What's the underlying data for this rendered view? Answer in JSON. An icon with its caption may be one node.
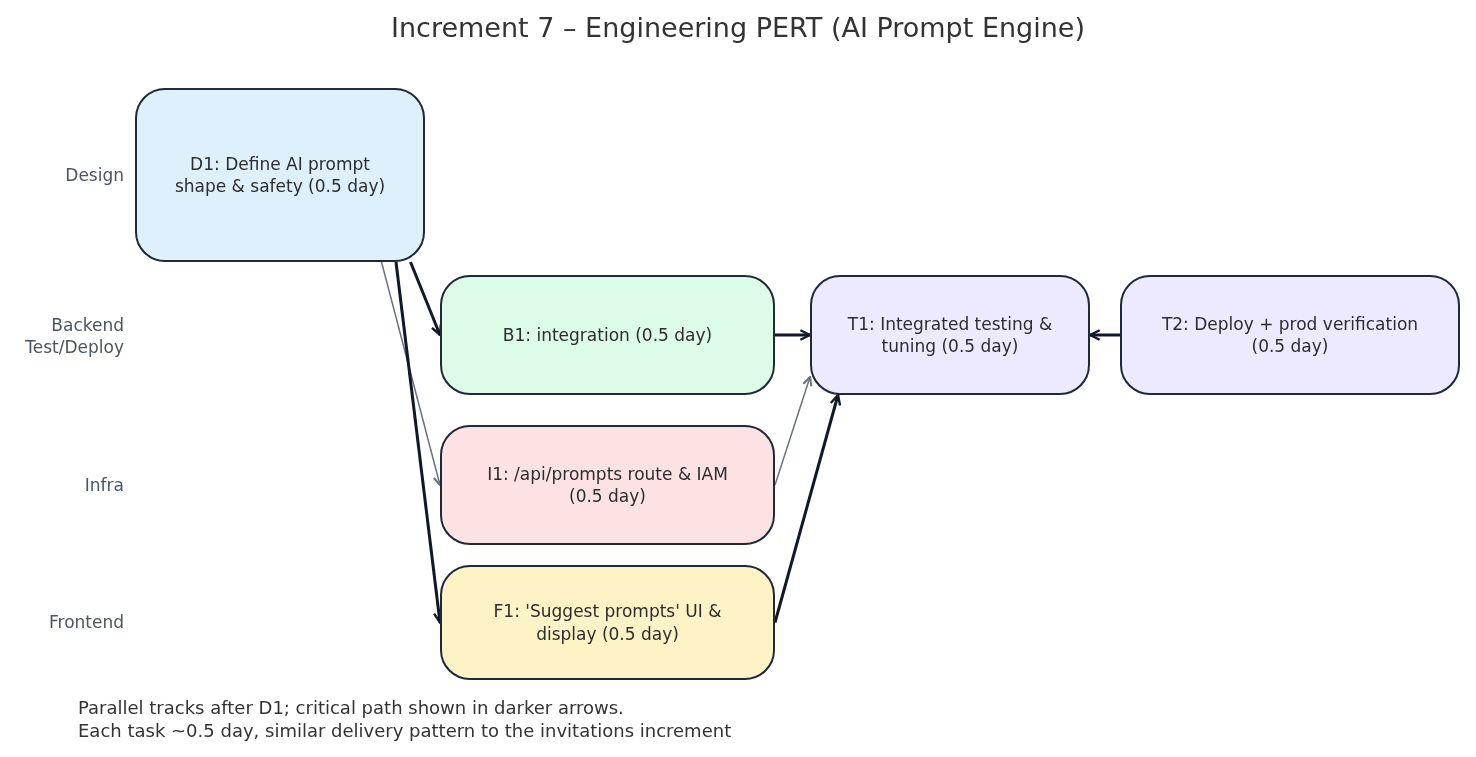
{
  "diagram": {
    "title": "Increment 7 – Engineering PERT (AI Prompt Engine)",
    "nodes": [
      {
        "text": [
          "D1: Define AI prompt shape & safety (0.5 day)"
        ]
      },
      {
        "text": [
          "B1: integration (0.5 day)"
        ]
      },
      {
        "text": [
          "I1: /api/prompts route & IAM (0.5 day)"
        ]
      },
      {
        "text": [
          "F1: 'Suggest prompts' UI & display (0.5 day)"
        ]
      },
      {
        "text": [
          "T1: Integrated testing & tuning (0.5 day)"
        ]
      },
      {
        "text": [
          "T2: Deploy + prod verification (0.5 day)"
        ]
      }
    ],
    "edges": [
      {
        "from": 0,
        "to": 1,
        "arrow": "to"
      },
      {
        "from": 0,
        "to": 2,
        "arrow": "to",
        "color": "#6b7280"
      },
      {
        "from": 0,
        "to": 3,
        "arrow": "to"
      },
      {
        "from": 1,
        "to": 4,
        "arrow": "to"
      },
      {
        "from": 2,
        "to": 4,
        "arrow": "to",
        "color": "#6b7280"
      },
      {
        "from": 3,
        "to": 4,
        "arrow": "to"
      },
      {
        "from": 5,
        "to": 4,
        "arrow": "to"
      }
    ],
    "labels": [
      "Design",
      "Backend",
      "Test/Deploy",
      "Infra",
      "Frontend",
      "Parallel tracks after D1; critical path shown in darker arrows.",
      "Each task ~0.5 day, similar delivery pattern to the invitations increment"
    ]
  }
}
